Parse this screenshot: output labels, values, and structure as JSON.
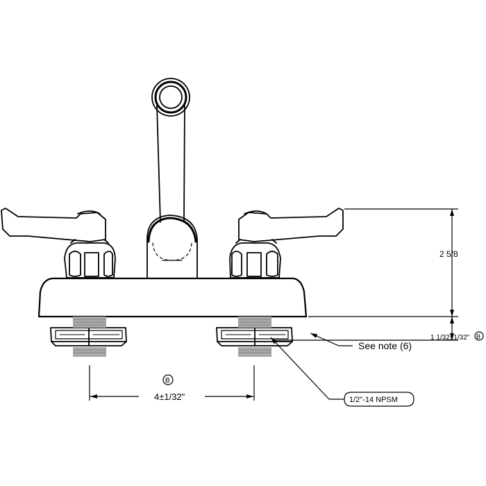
{
  "dimensions": {
    "height_above_deck": "2 5/8",
    "shank_length": "1 1/32±1/32\"",
    "shank_length_marker": "B",
    "center_spacing": "4±1/32\"",
    "center_spacing_marker": "B"
  },
  "notes": {
    "see_note": "See note (6)",
    "thread_spec": "1/2\"-14 NPSM"
  },
  "colors": {
    "line": "#000000",
    "thread_gray": "#a9a9a9",
    "background": "#ffffff"
  }
}
